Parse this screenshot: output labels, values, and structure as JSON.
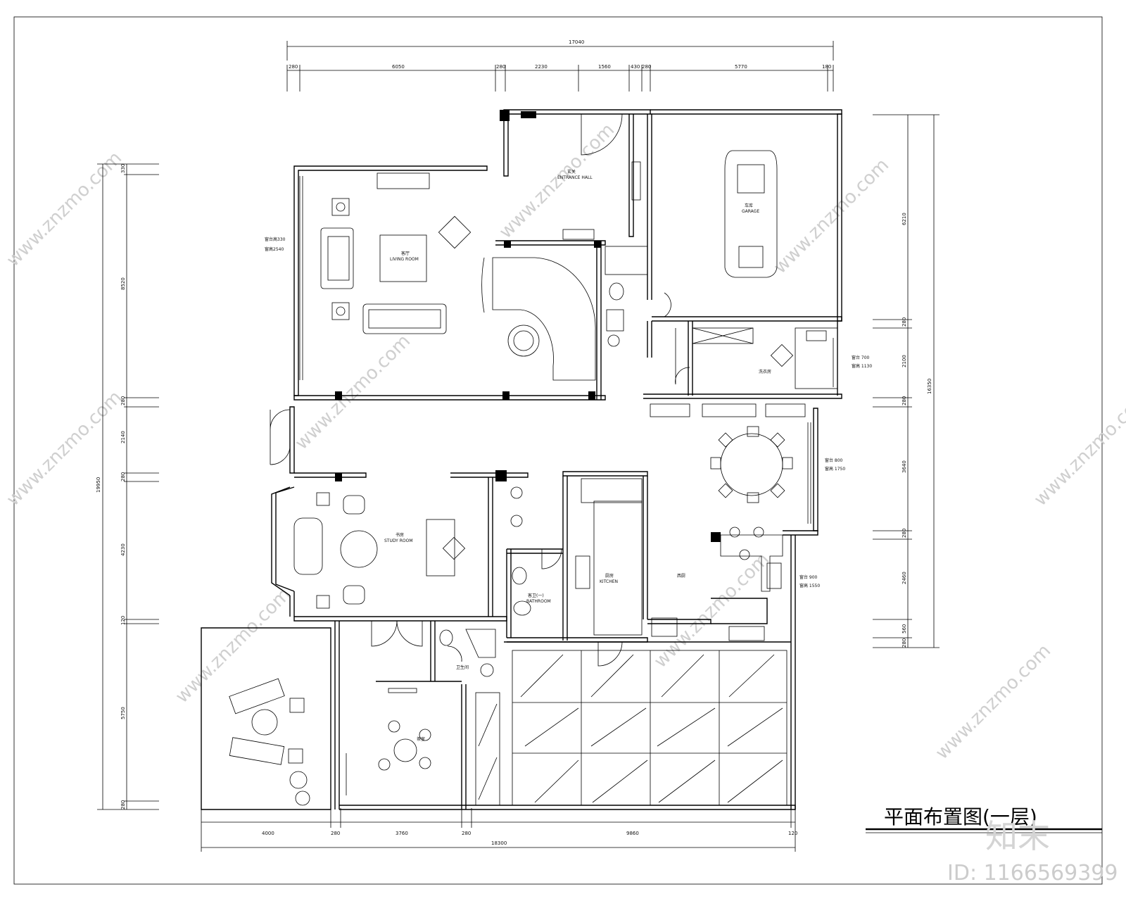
{
  "drawing": {
    "title": "平面布置图(一层)",
    "watermark_text": "www.znzmo.com",
    "brand_logo": "知末",
    "image_id": "ID: 1166569399"
  },
  "dimensions": {
    "top_total": "17040",
    "top_segments": [
      "280",
      "6050",
      "280",
      "2230",
      "1560",
      "430",
      "280",
      "5770",
      "180"
    ],
    "bottom_segments": [
      "4000",
      "280",
      "3760",
      "280",
      "9860",
      "120"
    ],
    "bottom_total": "18300",
    "left_total": "19950",
    "left_segments": [
      "330",
      "8520",
      "280",
      "2140",
      "280",
      "4230",
      "120",
      "5750",
      "280"
    ],
    "right_total": "16350",
    "right_segments": [
      "6210",
      "280",
      "2100",
      "280",
      "3640",
      "280",
      "2460",
      "560",
      "280"
    ]
  },
  "rooms": {
    "entry": "玄关",
    "entry_en": "ENTRANCE HALL",
    "living": "客厅",
    "living_en": "LIVING ROOM",
    "living_note_1": "窗台高330",
    "living_note_2": "窗高2540",
    "garage": "车库",
    "garage_en": "GARAGE",
    "laundry": "洗衣房",
    "laundry_note_1": "窗台 700",
    "laundry_note_2": "窗高 1130",
    "dining_note_1": "窗台 800",
    "dining_note_2": "窗高 1750",
    "study": "书房",
    "study_en": "STUDY ROOM",
    "guest_bath": "客卫(一)",
    "guest_bath_en": "BATHROOM",
    "kitchen": "厨房",
    "kitchen_en": "KITCHEN",
    "western_kitchen": "西厨",
    "kitchen_window_1": "窗台 900",
    "kitchen_window_2": "窗高 1550",
    "powder_room": "卫生间",
    "tea_room": "茶室"
  }
}
